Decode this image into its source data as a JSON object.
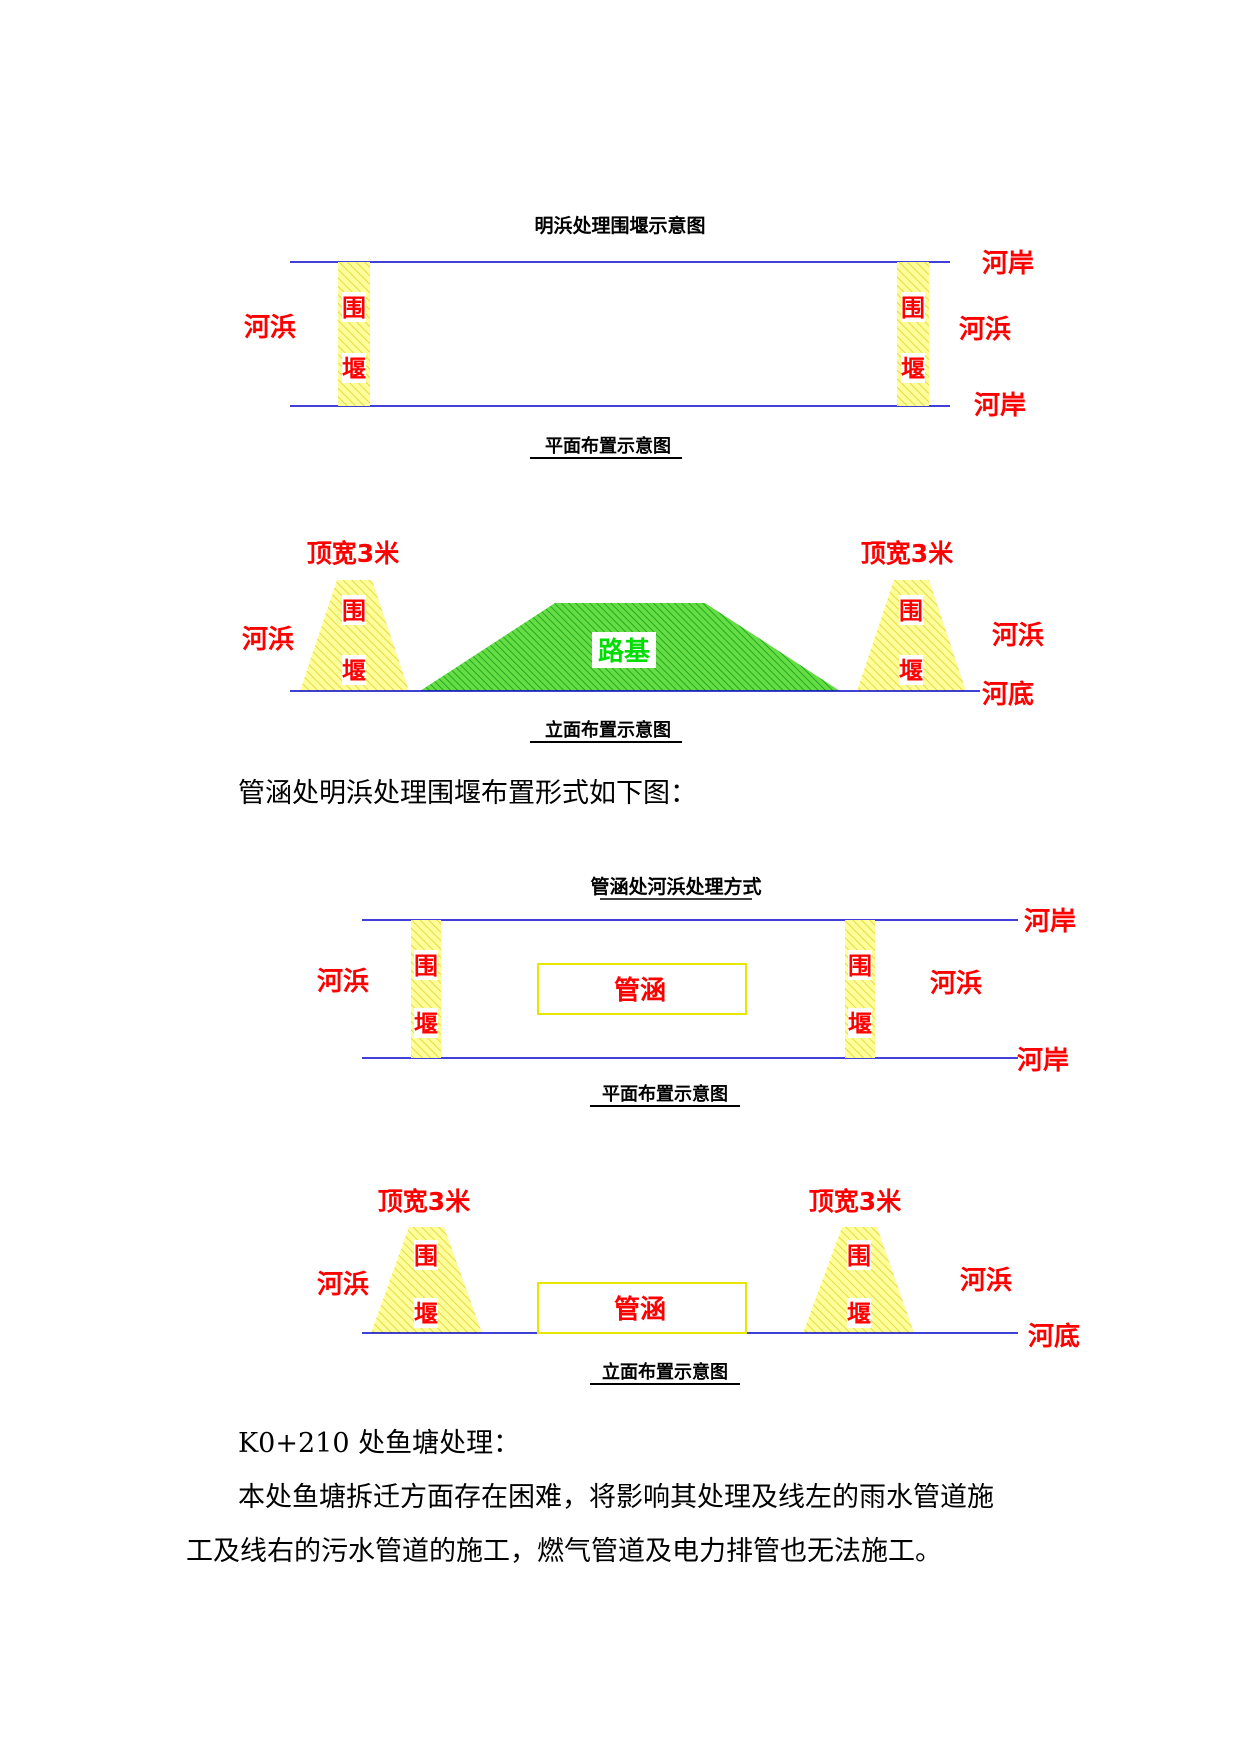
{
  "colors": {
    "weir_fill": "#ffff99",
    "weir_hatch": "#e6d84a",
    "label_red": "#ff0000",
    "line_blue": "#0000cc",
    "subgrade_green": "#33cc33",
    "culvert_outline": "#e6e600"
  },
  "diagram1_plan": {
    "title": "明浜处理围堰示意图",
    "caption": "平面布置示意图",
    "left_side": "河浜",
    "right_side": "河浜",
    "bank_top": "河岸",
    "bank_bottom": "河岸",
    "weir_char1": "围",
    "weir_char2": "堰"
  },
  "diagram1_elev": {
    "caption": "立面布置示意图",
    "top_width_left": "顶宽3米",
    "top_width_right": "顶宽3米",
    "left_side": "河浜",
    "right_side": "河浜",
    "bottom": "河底",
    "subgrade": "路基",
    "weir_char1": "围",
    "weir_char2": "堰"
  },
  "para1": "管涵处明浜处理围堰布置形式如下图：",
  "diagram2_plan": {
    "title": "管涵处河浜处理方式",
    "caption": "平面布置示意图",
    "left_side": "河浜",
    "right_side": "河浜",
    "bank_top": "河岸",
    "bank_bottom": "河岸",
    "culvert": "管涵",
    "weir_char1": "围",
    "weir_char2": "堰"
  },
  "diagram2_elev": {
    "caption": "立面布置示意图",
    "top_width_left": "顶宽3米",
    "top_width_right": "顶宽3米",
    "left_side": "河浜",
    "right_side": "河浜",
    "bottom": "河底",
    "culvert": "管涵",
    "weir_char1": "围",
    "weir_char2": "堰"
  },
  "para2": "K0+210 处鱼塘处理：",
  "para3_line1": "本处鱼塘拆迁方面存在困难，将影响其处理及线左的雨水管道施",
  "para3_line2": "工及线右的污水管道的施工，燃气管道及电力排管也无法施工。"
}
